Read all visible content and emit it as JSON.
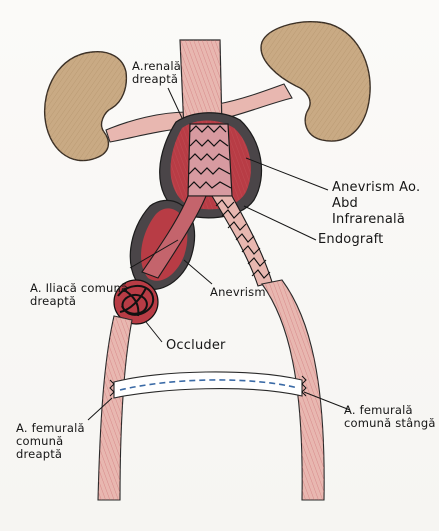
{
  "labels": {
    "renal_artery": "A.renală\ndreaptă",
    "aneurysm_aorta": "Anevrism Ao. Abd\nInfrarenală",
    "endograft": "Endograft",
    "iliac_common_right": "A. Iliacă comună\ndreaptă",
    "aneurysm_iliac": "Anevrism",
    "occluder": "Occluder",
    "femoral_common_left": "A. femurală\ncomună stângă",
    "femoral_common_right": "A. femurală\ncomună\ndreaptă"
  },
  "colors": {
    "kidney": "#c9aa84",
    "vessel": "#e8b7b0",
    "vessel_dark": "#b83c45",
    "aneurysm_shadow": "#4a4548",
    "ink": "#161616",
    "bypass_dash": "#3a6aa6"
  }
}
